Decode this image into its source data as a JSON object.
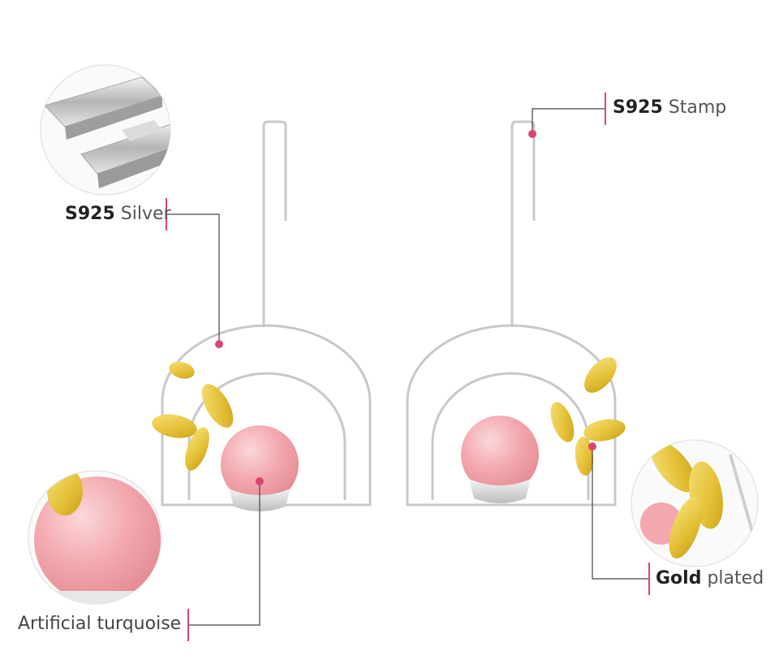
{
  "labels": {
    "silver": {
      "bold": "S925",
      "light": "Silver"
    },
    "stamp": {
      "bold": "S925",
      "light": "Stamp"
    },
    "gold": {
      "bold": "Gold",
      "light": "plated"
    },
    "turquoise": {
      "text": "Artificial turquoise"
    }
  },
  "colors": {
    "pointer": "#d9466f",
    "wire": "#c8c8c8",
    "bead": "#f2aab0",
    "leaf": "#e6c640",
    "leader": "#444444"
  }
}
